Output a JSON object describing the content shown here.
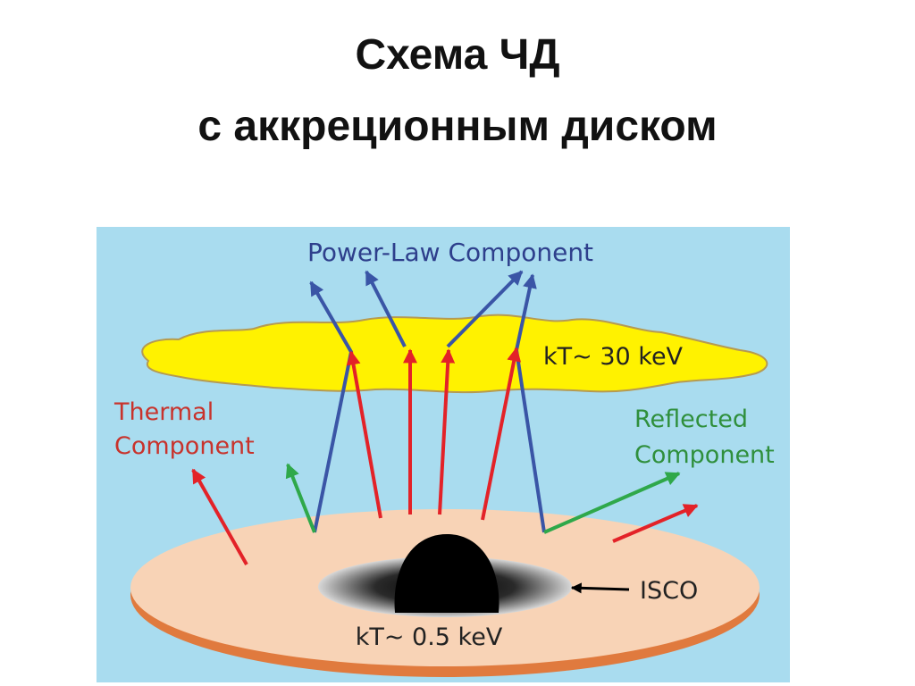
{
  "slide": {
    "title_line1": "Схема ЧД",
    "title_line2": "с аккреционным диском"
  },
  "diagram": {
    "labels": {
      "power_law": "Power-Law Component",
      "corona_temp": "kT~ 30 keV",
      "thermal_line1": "Thermal",
      "thermal_line2": "Component",
      "reflected_line1": "Reflected",
      "reflected_line2": "Component",
      "isco": "ISCO",
      "disk_temp": "kT~ 0.5 keV"
    },
    "colors": {
      "background": "#a9dcef",
      "corona": "#fff200",
      "disk": "#f8d3b6",
      "disk_edge": "#e07a3e",
      "thermal_arrow": "#e32228",
      "power_law_arrow": "#3a55a6",
      "reflected_arrow": "#2fa84a",
      "power_law_text": "#2e3f8c",
      "thermal_text": "#c8332c",
      "reflected_text": "#2f8f3c",
      "black_hole": "#000000"
    }
  }
}
